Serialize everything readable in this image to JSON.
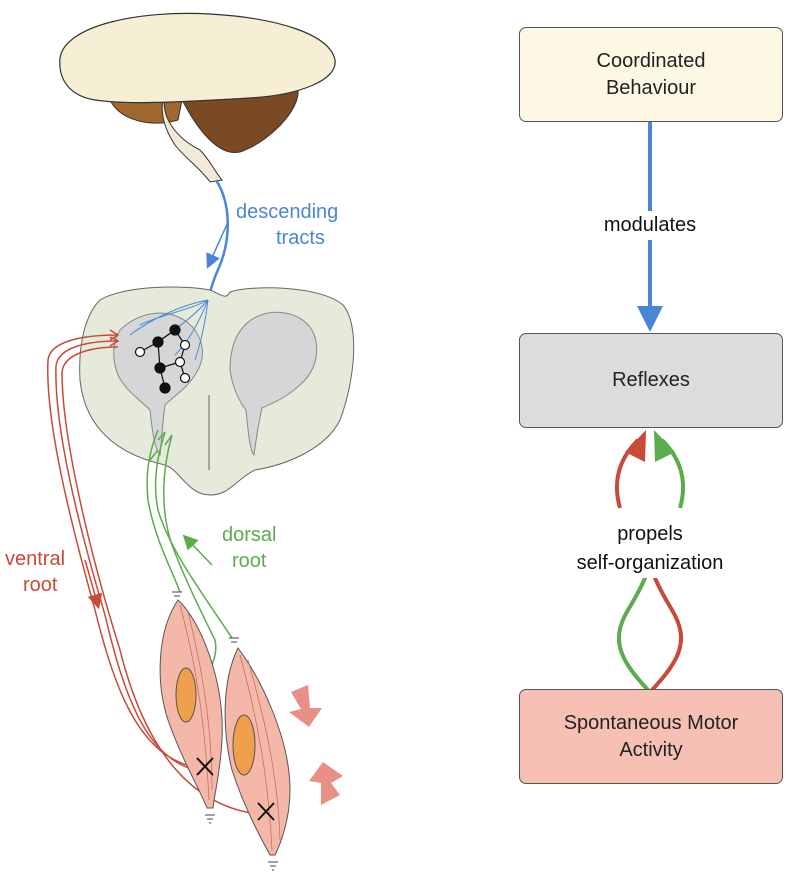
{
  "anatomy": {
    "descending": [
      "descending",
      "tracts"
    ],
    "dorsal": [
      "dorsal",
      "root"
    ],
    "ventral": [
      "ventral",
      "root"
    ]
  },
  "flow": {
    "top_box": [
      "Coordinated",
      "Behaviour"
    ],
    "middle_box": "Reflexes",
    "bottom_box": [
      "Spontaneous Motor",
      "Activity"
    ],
    "modulates": "modulates",
    "propels": [
      "propels",
      "self-organization"
    ]
  },
  "colors": {
    "descending": "#4a86d8",
    "dorsal": "#5aac4c",
    "ventral": "#c84a38",
    "top_box_fill": "#fdf8e4",
    "middle_box_fill": "#dcdcdc",
    "bottom_box_fill": "#f7c0b4"
  }
}
